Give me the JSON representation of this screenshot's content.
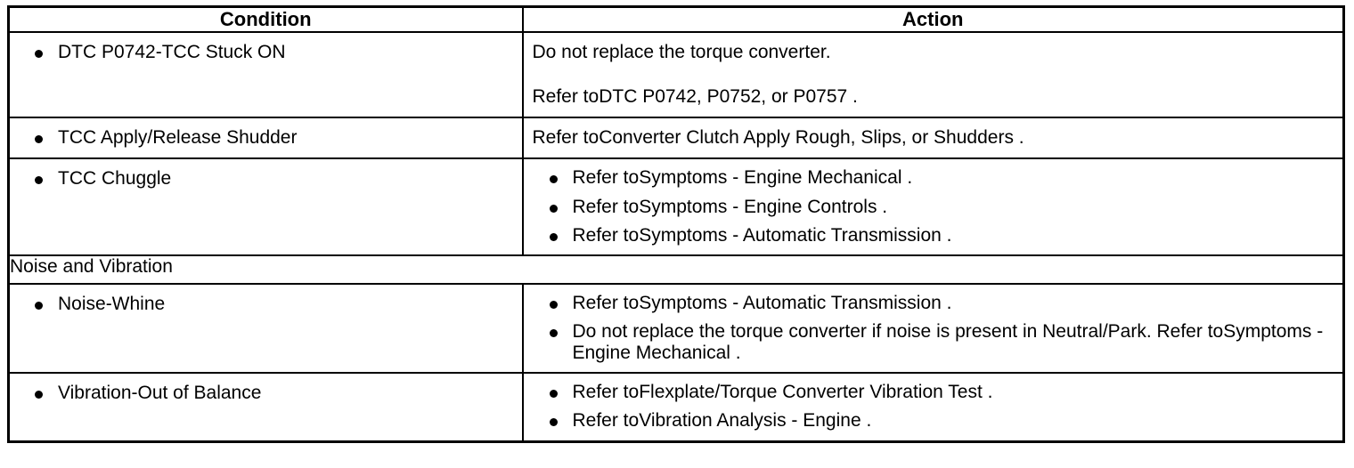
{
  "table": {
    "headers": {
      "condition": "Condition",
      "action": "Action"
    },
    "rows": [
      {
        "id": "dtc-p0742",
        "condition_bullets": [
          "DTC P0742-TCC Stuck ON"
        ],
        "action_type": "paragraphs",
        "action_paragraphs": [
          "Do not replace the torque converter.",
          "Refer toDTC P0742, P0752, or P0757 ."
        ]
      },
      {
        "id": "tcc-apply-release-shudder",
        "condition_bullets": [
          "TCC Apply/Release Shudder"
        ],
        "action_type": "paragraphs",
        "action_paragraphs": [
          "Refer toConverter Clutch Apply Rough, Slips, or Shudders ."
        ]
      },
      {
        "id": "tcc-chuggle",
        "condition_bullets": [
          "TCC Chuggle"
        ],
        "action_type": "bullets",
        "action_bullets": [
          "Refer toSymptoms - Engine Mechanical .",
          "Refer toSymptoms - Engine Controls .",
          "Refer toSymptoms - Automatic Transmission ."
        ]
      },
      {
        "id": "noise-and-vibration",
        "section_label": "Noise and Vibration"
      },
      {
        "id": "noise-whine",
        "condition_bullets": [
          "Noise-Whine"
        ],
        "action_type": "bullets",
        "action_bullets": [
          "Refer toSymptoms - Automatic Transmission .",
          "Do not replace the torque converter if noise is present in Neutral/Park. Refer toSymptoms - Engine Mechanical ."
        ]
      },
      {
        "id": "vibration-out-of-balance",
        "condition_bullets": [
          "Vibration-Out of Balance"
        ],
        "action_type": "bullets",
        "action_bullets": [
          "Refer toFlexplate/Torque Converter Vibration Test .",
          "Refer toVibration Analysis - Engine ."
        ]
      }
    ]
  },
  "colors": {
    "border": "#000000",
    "text": "#000000",
    "background": "#ffffff"
  }
}
